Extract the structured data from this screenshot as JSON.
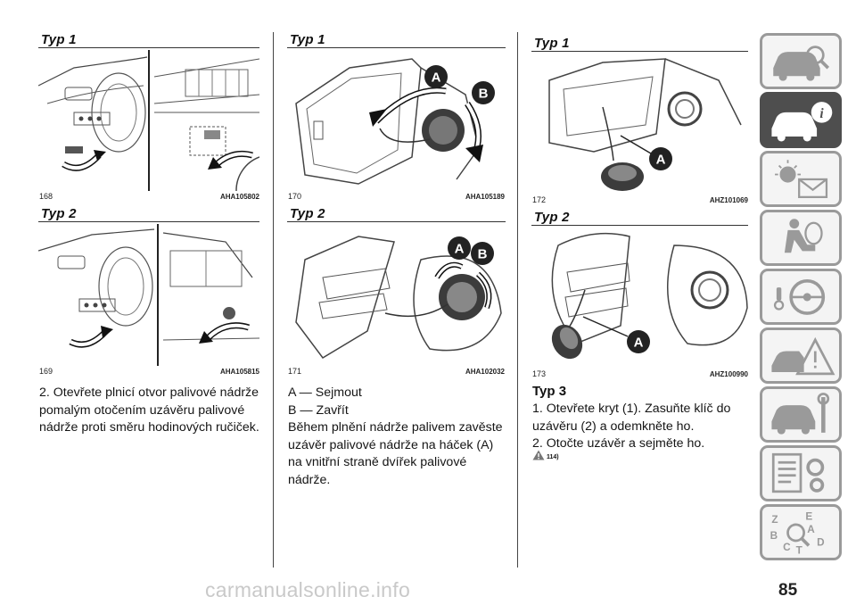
{
  "columns": {
    "left": {
      "heading_top": "Typ 1",
      "fig_top_no": "168",
      "fig_top_code": "AHA105802",
      "heading_bottom": "Typ 2",
      "fig_bottom_no": "169",
      "fig_bottom_code": "AHA105815",
      "paragraph": "2. Otevřete plnicí otvor palivové nádrže pomalým otočením uzávěru palivové nádrže proti směru hodinových ručiček."
    },
    "middle": {
      "heading_top": "Typ 1",
      "fig_top_no": "170",
      "fig_top_code": "AHA105189",
      "heading_bottom": "Typ 2",
      "fig_bottom_no": "171",
      "fig_bottom_code": "AHA102032",
      "line1": "A — Sejmout",
      "line2": "B — Zavřít",
      "paragraph": "Během plnění nádrže palivem zavěste uzávěr palivové nádrže na háček (A) na vnitřní straně dvířek palivové nádrže.",
      "callouts": {
        "a": "A",
        "b": "B"
      }
    },
    "right": {
      "heading_top": "Typ 1",
      "fig_top_no": "172",
      "fig_top_code": "AHZ101069",
      "heading_bottom": "Typ 2",
      "fig_bottom_no": "173",
      "fig_bottom_code": "AHZ100990",
      "heading_typ3": "Typ 3",
      "paragraph1": "1. Otevřete kryt (1). Zasuňte klíč do uzávěru (2) a odemkněte ho.",
      "paragraph2": "2. Otočte uzávěr a sejměte ho.",
      "warning_ref": "114)",
      "callouts": {
        "a": "A"
      }
    }
  },
  "side_tabs": [
    {
      "icon": "car-search-icon",
      "active": false
    },
    {
      "icon": "car-info-icon",
      "active": true
    },
    {
      "icon": "warning-lights-icon",
      "active": false
    },
    {
      "icon": "seat-airbag-icon",
      "active": false
    },
    {
      "icon": "steering-key-icon",
      "active": false
    },
    {
      "icon": "crash-warning-icon",
      "active": false
    },
    {
      "icon": "car-maintenance-icon",
      "active": false
    },
    {
      "icon": "specifications-icon",
      "active": false
    },
    {
      "icon": "index-search-icon",
      "active": false
    }
  ],
  "index_letters": [
    "Z",
    "E",
    "B",
    "A",
    "C",
    "D",
    "T"
  ],
  "page_number": "85",
  "watermark": "carmanualsonline.info",
  "colors": {
    "tab_active": "#4e4e4e",
    "tab_border": "#9a9a9a",
    "callout": "#222222"
  }
}
